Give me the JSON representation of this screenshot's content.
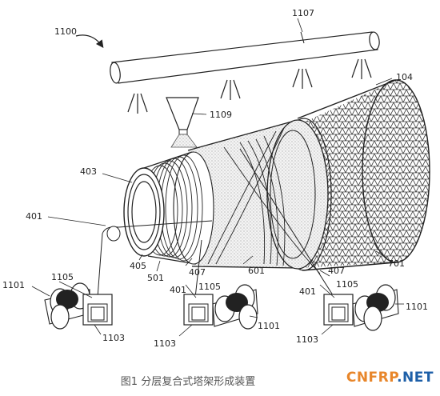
{
  "labels": {
    "assembly": "1100",
    "spray_bar": "1107",
    "hopper": "1109",
    "outer_layer": "104",
    "mandrel": "403",
    "fiber_a": "401",
    "fiber_b": "401",
    "fiber_c": "401",
    "ring": "405",
    "inner": "501",
    "layer_a": "407",
    "layer_b": "407",
    "middle": "601",
    "outer_wrap": "701",
    "guide_a": "1105",
    "guide_b": "1105",
    "guide_c": "1105",
    "spool_a": "1101",
    "spool_b": "1101",
    "spool_c": "1101",
    "base_a": "1103",
    "base_b": "1103",
    "base_c": "1103"
  },
  "caption": "图1  分层复合式塔架形成装置",
  "watermark": {
    "part1": "CNFRP",
    "part2": ".NET"
  }
}
